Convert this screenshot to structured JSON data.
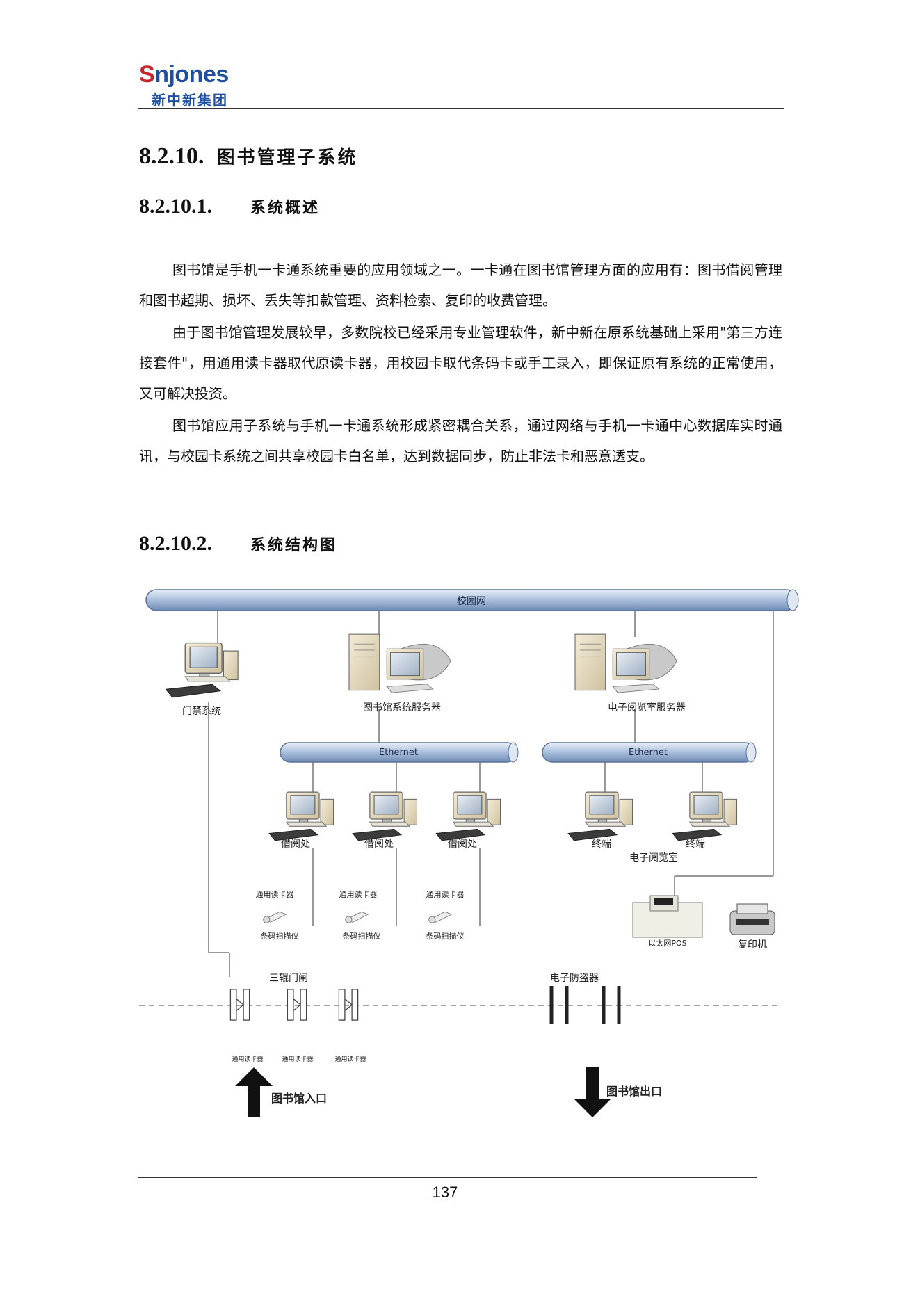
{
  "header": {
    "logo_en_s": "S",
    "logo_en_rest": "njones",
    "logo_cn": "新中新集团"
  },
  "section": {
    "number": "8.2.10.",
    "title": "图书管理子系统"
  },
  "subsection1": {
    "number": "8.2.10.1.",
    "title": "系统概述"
  },
  "paragraphs": [
    "图书馆是手机一卡通系统重要的应用领域之一。一卡通在图书馆管理方面的应用有：图书借阅管理和图书超期、损坏、丢失等扣款管理、资料检索、复印的收费管理。",
    "由于图书馆管理发展较早，多数院校已经采用专业管理软件，新中新在原系统基础上采用\"第三方连接套件\"，用通用读卡器取代原读卡器，用校园卡取代条码卡或手工录入，即保证原有系统的正常使用，又可解决投资。",
    "图书馆应用子系统与手机一卡通系统形成紧密耦合关系，通过网络与手机一卡通中心数据库实时通讯，与校园卡系统之间共享校园卡白名单，达到数据同步，防止非法卡和恶意透支。"
  ],
  "subsection2": {
    "number": "8.2.10.2.",
    "title": "系统结构图"
  },
  "diagram": {
    "campus_net": "校园网",
    "access_control": "门禁系统",
    "library_server": "图书馆系统服务器",
    "ereading_server": "电子阅览室服务器",
    "ethernet_left": "Ethernet",
    "ethernet_right": "Ethernet",
    "lending_1": "借阅处",
    "lending_2": "借阅处",
    "lending_3": "借阅处",
    "terminal_1": "终端",
    "terminal_2": "终端",
    "ereading_room": "电子阅览室",
    "reader_1": "通用读卡器",
    "reader_2": "通用读卡器",
    "reader_3": "通用读卡器",
    "scanner_1": "条码扫描仪",
    "scanner_2": "条码扫描仪",
    "scanner_3": "条码扫描仪",
    "pos": "以太网POS",
    "copier": "复印机",
    "gate": "三辊门闸",
    "antitheft": "电子防盗器",
    "gate_reader_1": "通用读卡器",
    "gate_reader_2": "通用读卡器",
    "gate_reader_3": "通用读卡器",
    "entrance": "图书馆入口",
    "exit": "图书馆出口"
  },
  "footer": {
    "page_number": "137"
  }
}
